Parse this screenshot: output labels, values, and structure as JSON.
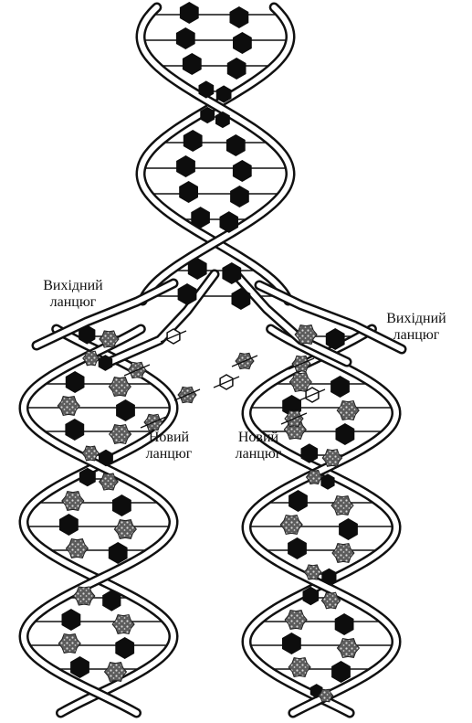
{
  "labels": {
    "original_strand_left": {
      "line1": "Вихідний",
      "line2": "ланцюг"
    },
    "original_strand_right": {
      "line1": "Вихідний",
      "line2": "ланцюг"
    },
    "new_strand_left": {
      "line1": "Новий",
      "line2": "ланцюг"
    },
    "new_strand_right": {
      "line1": "Новий",
      "line2": "ланцюг"
    }
  },
  "colors": {
    "backbone": "#111111",
    "base_parent": "#0d0d0d",
    "base_new": "#6e6e6e",
    "background": "#ffffff"
  }
}
